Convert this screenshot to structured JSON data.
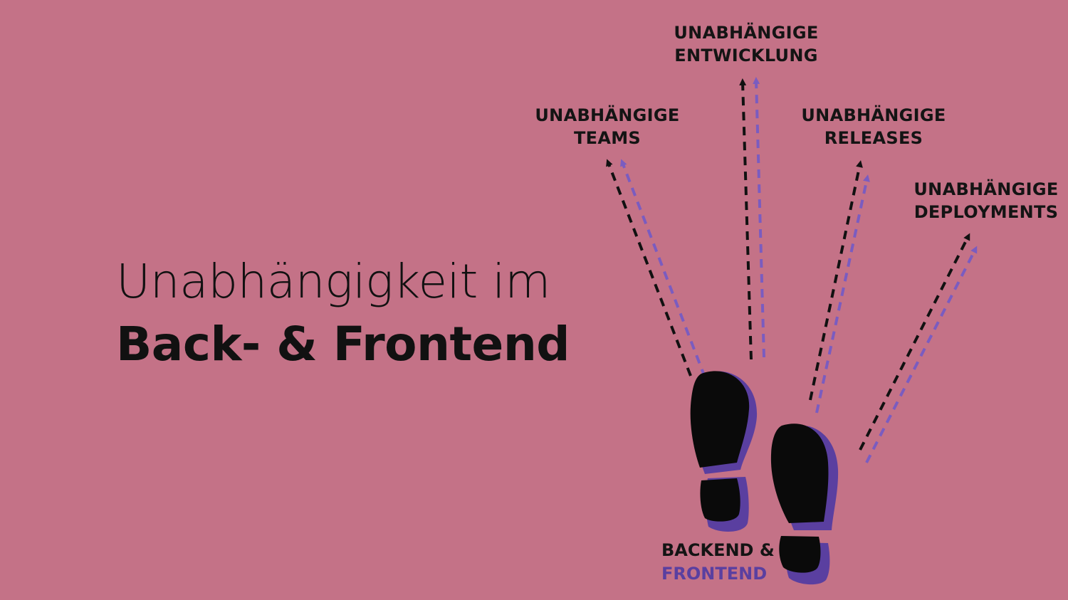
{
  "title": {
    "line1": "Unabhängigkeit im",
    "line2": "Back- & Frontend"
  },
  "goals": [
    {
      "line1": "UNABHÄNGIGE",
      "line2": "TEAMS"
    },
    {
      "line1": "UNABHÄNGIGE",
      "line2": "ENTWICKLUNG"
    },
    {
      "line1": "UNABHÄNGIGE",
      "line2": "RELEASES"
    },
    {
      "line1": "UNABHÄNGIGE",
      "line2": "DEPLOYMENTS"
    }
  ],
  "origin": {
    "backend": "BACKEND &",
    "frontend": "FRONTEND"
  },
  "colors": {
    "background": "#c47287",
    "backend": "#111111",
    "frontend": "#5a3fa0",
    "frontend_arrow": "#7a5cc0"
  },
  "icons": [
    "footprint-left-icon",
    "footprint-right-icon",
    "dashed-arrow-icon"
  ]
}
